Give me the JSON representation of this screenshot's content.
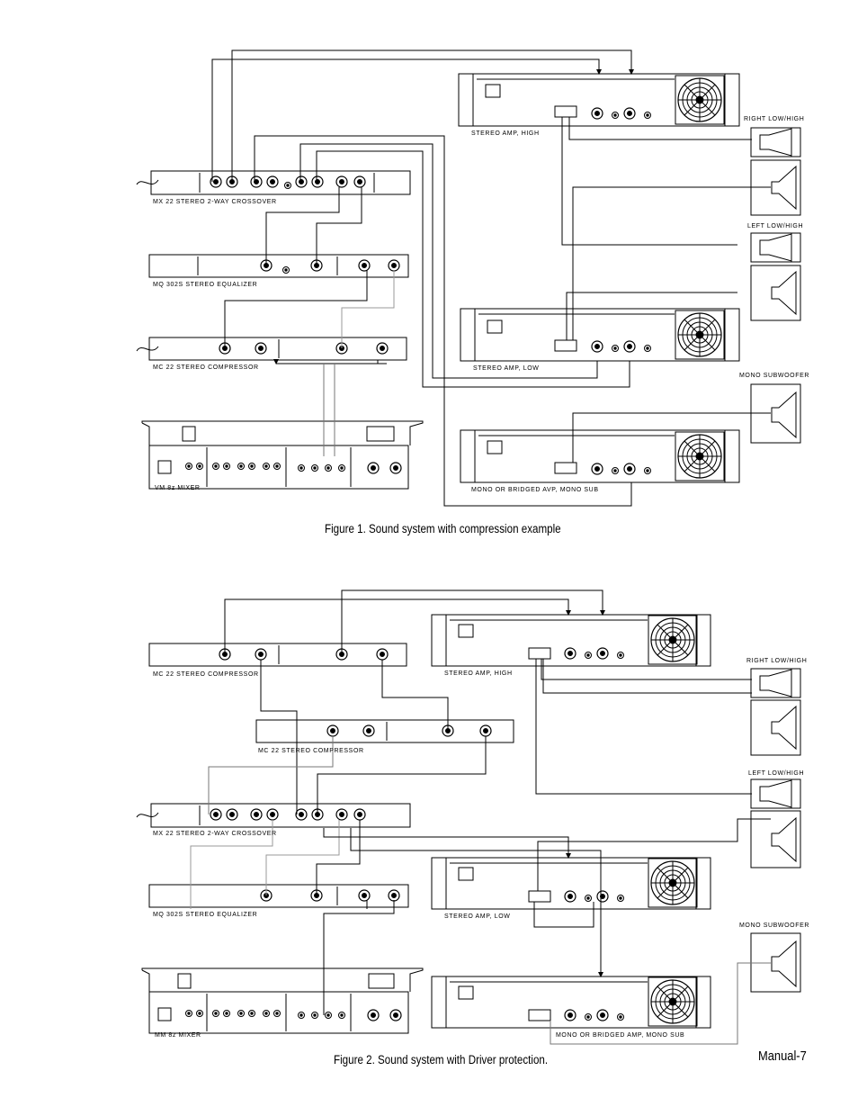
{
  "figure1": {
    "caption": "Figure 1. Sound system with compression example",
    "devices": {
      "crossover": "MX 22 STEREO 2-WAY CROSSOVER",
      "equalizer": "MQ 302S STEREO EQUALIZER",
      "compressor": "MC 22 STEREO COMPRESSOR",
      "mixer": "VM 8z MIXER",
      "amp_high": "STEREO AMP, HIGH",
      "amp_low": "STEREO AMP, LOW",
      "amp_sub": "MONO OR BRIDGED AVP, MONO SUB"
    },
    "speakers": {
      "right": "RIGHT LOW/HIGH",
      "left": "LEFT LOW/HIGH",
      "sub": "MONO SUBWOOFER"
    }
  },
  "figure2": {
    "caption": "Figure 2. Sound system with Driver protection.",
    "devices": {
      "compressor1": "MC 22 STEREO COMPRESSOR",
      "compressor2": "MC 22 STEREO COMPRESSOR",
      "crossover": "MX 22 STEREO 2-WAY CROSSOVER",
      "equalizer": "MQ 302S STEREO EQUALIZER",
      "mixer": "MM 8z MIXER",
      "amp_high": "STEREO AMP, HIGH",
      "amp_low": "STEREO AMP, LOW",
      "amp_sub": "MONO OR BRIDGED AMP, MONO SUB"
    },
    "speakers": {
      "right": "RIGHT LOW/HIGH",
      "left": "LEFT LOW/HIGH",
      "sub": "MONO SUBWOOFER"
    }
  },
  "page_number": "Manual-7"
}
